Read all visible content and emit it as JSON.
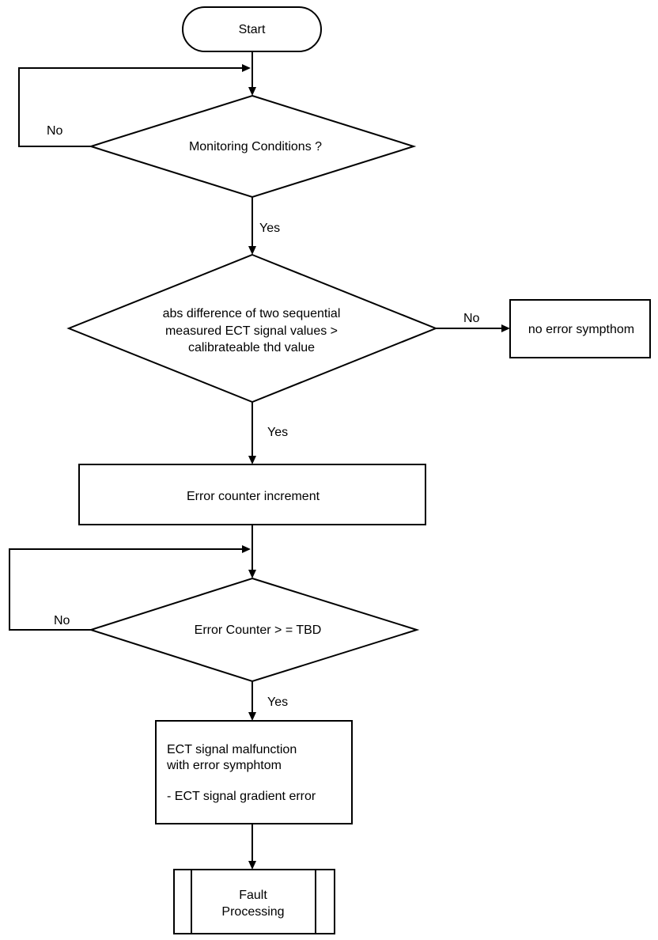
{
  "nodes": {
    "start": "Start",
    "monitoring_conditions": "Monitoring Conditions ?",
    "abs_difference": [
      "abs difference of two sequential",
      "measured ECT signal values >",
      "calibrateable thd value"
    ],
    "no_error_symptom": "no error sympthom",
    "error_counter_increment": "Error counter increment",
    "error_counter_check": "Error Counter > = TBD",
    "ect_malfunction": [
      "ECT signal malfunction",
      "with error symphtom",
      "- ECT signal gradient error"
    ],
    "fault_processing": [
      "Fault",
      "Processing"
    ]
  },
  "edge_labels": {
    "monitoring_no": "No",
    "monitoring_yes": "Yes",
    "abs_difference_no": "No",
    "abs_difference_yes": "Yes",
    "counter_no": "No",
    "counter_yes": "Yes"
  }
}
